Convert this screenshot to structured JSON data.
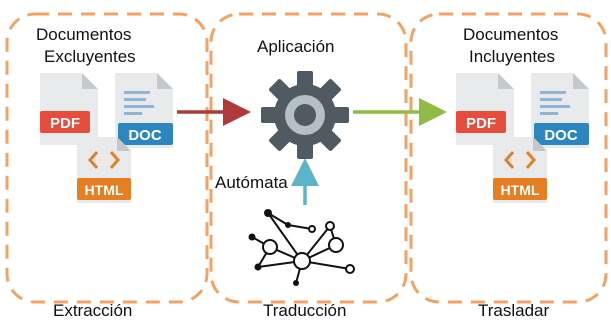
{
  "panels": [
    {
      "id": "extraction",
      "title_lines": [
        "Documentos",
        "Excluyentes"
      ],
      "caption": "Extracción"
    },
    {
      "id": "translation",
      "title_lines": [
        "Aplicación"
      ],
      "caption": "Traducción",
      "automaton_label": "Autómata"
    },
    {
      "id": "transfer",
      "title_lines": [
        "Documentos",
        "Incluyentes"
      ],
      "caption": "Trasladar"
    }
  ],
  "file_badges": {
    "pdf": "PDF",
    "doc": "DOC",
    "html": "HTML"
  },
  "colors": {
    "panel_border": "#F4A261",
    "pdf": "#E74C3C",
    "doc": "#2E86C1",
    "html": "#E67E22",
    "gear": "#505A63",
    "arrow_in": "#B03A3A",
    "arrow_out": "#8FBC45",
    "arrow_up": "#5BB5C8"
  },
  "icons": [
    "pdf-file-icon",
    "doc-file-icon",
    "html-file-icon",
    "gear-icon",
    "network-graph-icon"
  ]
}
